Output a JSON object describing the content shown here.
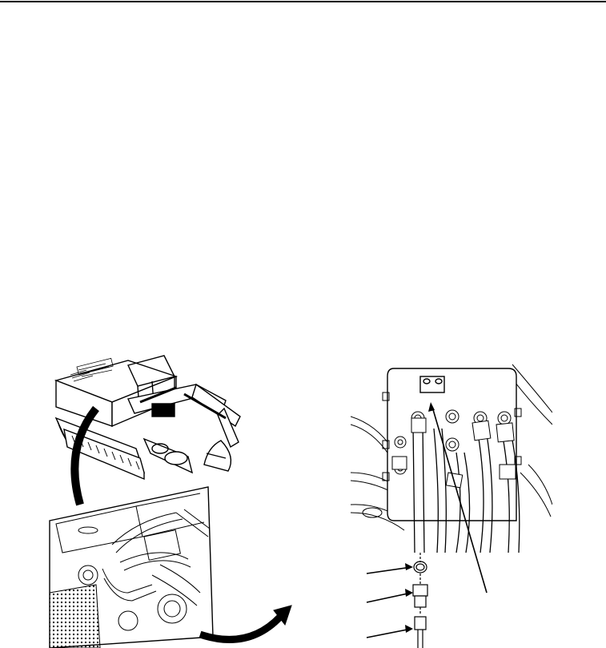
{
  "page": {
    "header_rule": true
  },
  "figures": {
    "left": {
      "subject": "excavator-overview-with-engine-bay-detail"
    },
    "right": {
      "subject": "hydraulic-manifold-hose-fitting-detail",
      "leader_count": 4
    }
  },
  "colors": {
    "ink": "#000000",
    "paper": "#ffffff"
  }
}
